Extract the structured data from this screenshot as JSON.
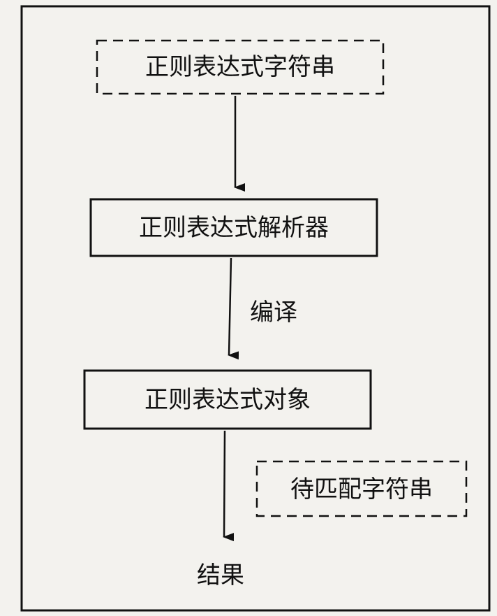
{
  "nodes": {
    "regex_string": "正则表达式字符串",
    "regex_parser": "正则表达式解析器",
    "regex_object": "正则表达式对象",
    "match_string": "待匹配字符串",
    "result": "结果"
  },
  "edges": {
    "compile": "编译"
  },
  "colors": {
    "background": "#f3f2ee",
    "stroke": "#111111"
  }
}
